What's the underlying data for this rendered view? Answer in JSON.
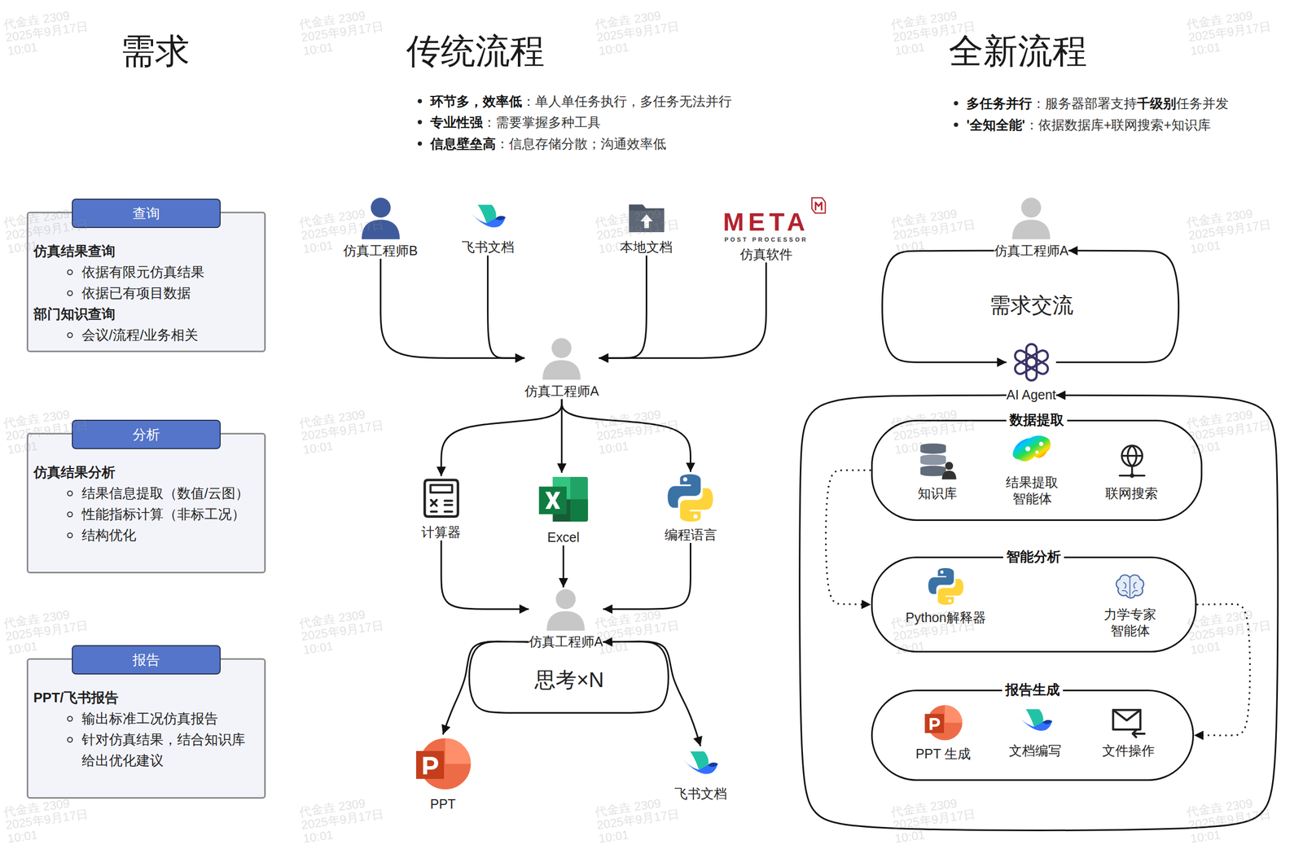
{
  "diagram": {
    "nodes": [
      {
        "text": [
          "查询",
          "仿真结果查询",
          "依据有限元仿真结果",
          "依据已有项目数据",
          "部门知识查询",
          "会议/流程/业务相关"
        ]
      },
      {
        "text": [
          "分析",
          "仿真结果分析",
          "结果信息提取（数值/云图）",
          "性能指标计算（非标工况）",
          "结构优化"
        ]
      },
      {
        "text": [
          "报告",
          "PPT/飞书报告",
          "输出标准工况仿真报告",
          "针对仿真结果，结合知识库 给出优化建议"
        ]
      },
      {
        "text": [
          "仿真工程师B"
        ]
      },
      {
        "text": [
          "飞书文档"
        ]
      },
      {
        "text": [
          "本地文档"
        ]
      },
      {
        "text": [
          "META",
          "POST PROCESSOR",
          "仿真软件"
        ]
      },
      {
        "text": [
          "仿真工程师A"
        ]
      },
      {
        "text": [
          "计算器"
        ]
      },
      {
        "text": [
          "Excel"
        ]
      },
      {
        "text": [
          "编程语言"
        ]
      },
      {
        "text": [
          "仿真工程师A"
        ]
      },
      {
        "text": [
          "PPT"
        ]
      },
      {
        "text": [
          "飞书文档"
        ]
      },
      {
        "text": [
          "仿真工程师A"
        ]
      },
      {
        "text": [
          "AI Agent"
        ]
      },
      {
        "text": [
          "数据提取"
        ]
      },
      {
        "text": [
          "知识库"
        ],
        "in": 16
      },
      {
        "text": [
          "结果提取 智能体"
        ],
        "in": 16
      },
      {
        "text": [
          "联网搜索"
        ],
        "in": 16
      },
      {
        "text": [
          "智能分析"
        ]
      },
      {
        "text": [
          "Python解释器"
        ],
        "in": 20
      },
      {
        "text": [
          "力学专家 智能体"
        ],
        "in": 20
      },
      {
        "text": [
          "报告生成"
        ]
      },
      {
        "text": [
          "PPT 生成"
        ],
        "in": 23
      },
      {
        "text": [
          "文档编写"
        ],
        "in": 23
      },
      {
        "text": [
          "文件操作"
        ],
        "in": 23
      }
    ],
    "edges": [
      {
        "from": 3,
        "to": 7,
        "arrow": "to"
      },
      {
        "from": 4,
        "to": 7,
        "arrow": "to"
      },
      {
        "from": 5,
        "to": 7,
        "arrow": "to"
      },
      {
        "from": 6,
        "to": 7,
        "arrow": "to"
      },
      {
        "from": 7,
        "to": 8,
        "arrow": "to"
      },
      {
        "from": 7,
        "to": 9,
        "arrow": "to"
      },
      {
        "from": 7,
        "to": 10,
        "arrow": "to"
      },
      {
        "from": 8,
        "to": 11,
        "arrow": "to"
      },
      {
        "from": 9,
        "to": 11,
        "arrow": "to"
      },
      {
        "from": 10,
        "to": 11,
        "arrow": "to"
      },
      {
        "from": 11,
        "to": 11,
        "label": "思考×N",
        "arrow": "to"
      },
      {
        "from": 11,
        "to": 12,
        "arrow": "to"
      },
      {
        "from": 11,
        "to": 13,
        "arrow": "to"
      },
      {
        "from": 14,
        "to": 15,
        "arrow": "to"
      },
      {
        "from": 15,
        "to": 14,
        "arrow": "to"
      },
      {
        "from": 15,
        "to": 15,
        "arrow": "to"
      },
      {
        "from": 16,
        "to": 20,
        "arrow": "to"
      },
      {
        "from": 20,
        "to": 23,
        "arrow": "to"
      }
    ],
    "labels": [
      "需求",
      "传统流程",
      "全新流程",
      "环节多，效率低",
      "：单人单任务执行，多任务无法并行",
      "专业性强",
      "：需要掌握多种工具",
      "信息壁垒高",
      "：信息存储分散；沟通效率低",
      "多任务并行",
      "：服务器部署支持",
      "千级别",
      "任务并发",
      "'全知全能'",
      "：依据数据库+联网搜索+知识库",
      "需求交流",
      "代金垚 2309 2025年9月17日 10:01",
      "代金垚 2309 2025年9月17日 10:01",
      "代金垚 2309 2025年9月17日 10:01",
      "代金垚 2309 2025年9月17日 10:01",
      "代金垚 2309 2025年9月17日 10:01",
      "代金垚 2309 2025年9月17日 10:01",
      "代金垚 2309 2025年9月17日 10:01",
      "代金垚 2309 2025年9月17日 10:01",
      "代金垚 2309 2025年9月17日 10:01",
      "代金垚 2309 2025年9月17日 10:01",
      "代金垚 2309 2025年9月17日 10:01",
      "代金垚 2309 2025年9月17日 10:01",
      "代金垚 2309 2025年9月17日 10:01",
      "代金垚 2309 2025年9月17日 10:01",
      "代金垚 2309 2025年9月17日 10:01",
      "代金垚 2309 2025年9月17日 10:01",
      "代金垚 2309 2025年9月17日 10:01",
      "代金垚 2309 2025年9月17日 10:01",
      "代金垚 2309 2025年9月17日 10:01",
      "代金垚 2309 2025年9月17日 10:01",
      "代金垚 2309 2025年9月17日 10:01",
      "代金垚 2309 2025年9月17日 10:01",
      "代金垚 2309 2025年9月17日 10:01",
      "代金垚 2309 2025年9月17日 10:01",
      "代金垚 2309 2025年9月17日 10:01"
    ]
  }
}
